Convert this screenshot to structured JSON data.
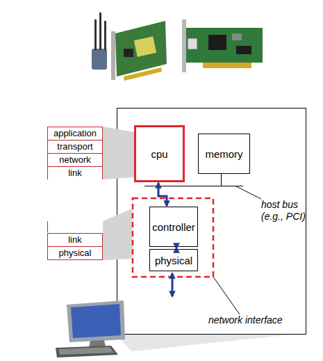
{
  "diagram": {
    "nodes": [
      {
        "text": [
          "application"
        ]
      },
      {
        "text": [
          "transport"
        ]
      },
      {
        "text": [
          "network"
        ]
      },
      {
        "text": [
          "link"
        ]
      },
      {
        "text": [
          "cpu"
        ]
      },
      {
        "text": [
          "memory"
        ]
      },
      {
        "text": [
          "controller"
        ]
      },
      {
        "text": [
          "physical"
        ]
      },
      {
        "text": [
          "link"
        ]
      },
      {
        "text": [
          "physical"
        ]
      }
    ],
    "edges": [
      {
        "from": 4,
        "to": 6,
        "arrow": "both"
      },
      {
        "from": 6,
        "to": 7,
        "arrow": "both"
      }
    ],
    "labels": [
      "host bus (e.g., PCI)",
      "network interface"
    ]
  }
}
